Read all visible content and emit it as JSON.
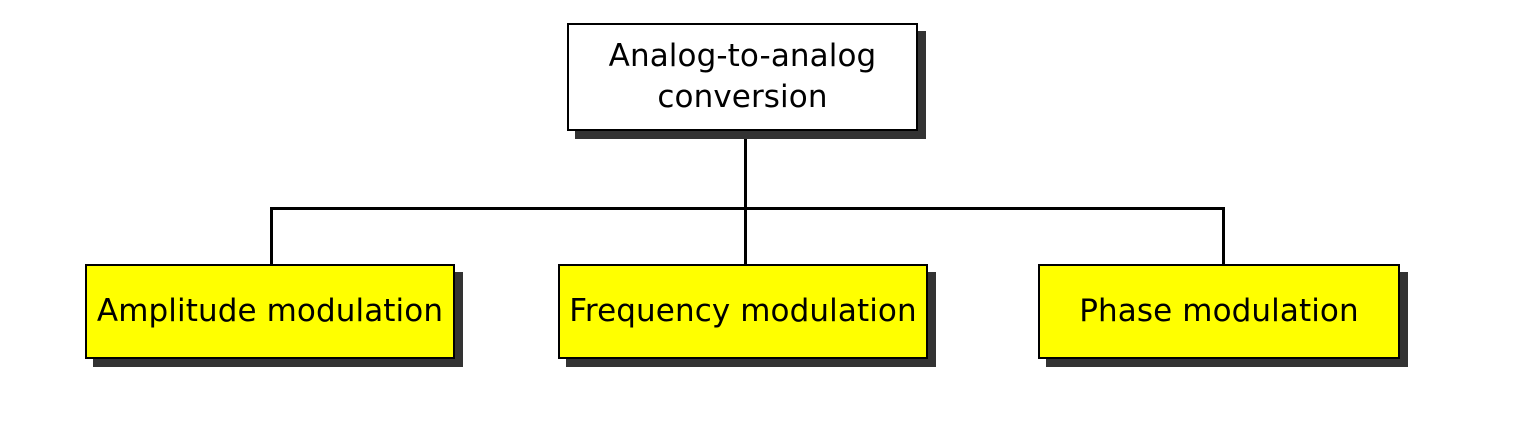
{
  "diagram": {
    "type": "hierarchy-tree",
    "background_color": "#ffffff",
    "root": {
      "label": "Analog-to-analog\nconversion",
      "fill_color": "#ffffff",
      "border_color": "#000000",
      "shadow_color": "#333333"
    },
    "children": [
      {
        "id": "amplitude-modulation",
        "label": "Amplitude modulation",
        "fill_color": "#ffff00",
        "border_color": "#000000",
        "shadow_color": "#333333"
      },
      {
        "id": "frequency-modulation",
        "label": "Frequency modulation",
        "fill_color": "#ffff00",
        "border_color": "#000000",
        "shadow_color": "#333333"
      },
      {
        "id": "phase-modulation",
        "label": "Phase modulation",
        "fill_color": "#ffff00",
        "border_color": "#000000",
        "shadow_color": "#333333"
      }
    ],
    "connector_color": "#000000"
  }
}
